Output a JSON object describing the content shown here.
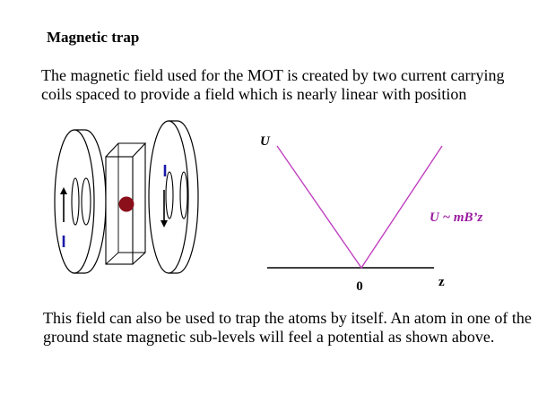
{
  "slide": {
    "title": "Magnetic trap",
    "intro": "The magnetic field used for the MOT is created by two current carrying coils spaced to provide a field which is nearly linear with position",
    "outro": "This field can also be used to trap the atoms by itself. An atom in one of the ground state magnetic sub-levels will feel a potential as shown above."
  },
  "coils": {
    "left_current_label": "I",
    "right_current_label": "I"
  },
  "plot": {
    "y_axis_label": "U",
    "x_axis_label": "z",
    "origin_label": "0",
    "curve_label": "U ~ mB’z"
  },
  "colors": {
    "text": "#000000",
    "current_label": "#1a1aa8",
    "atom": "#8b0f1a",
    "curve": "#c040c0",
    "curve_label": "#9a1aa0"
  }
}
